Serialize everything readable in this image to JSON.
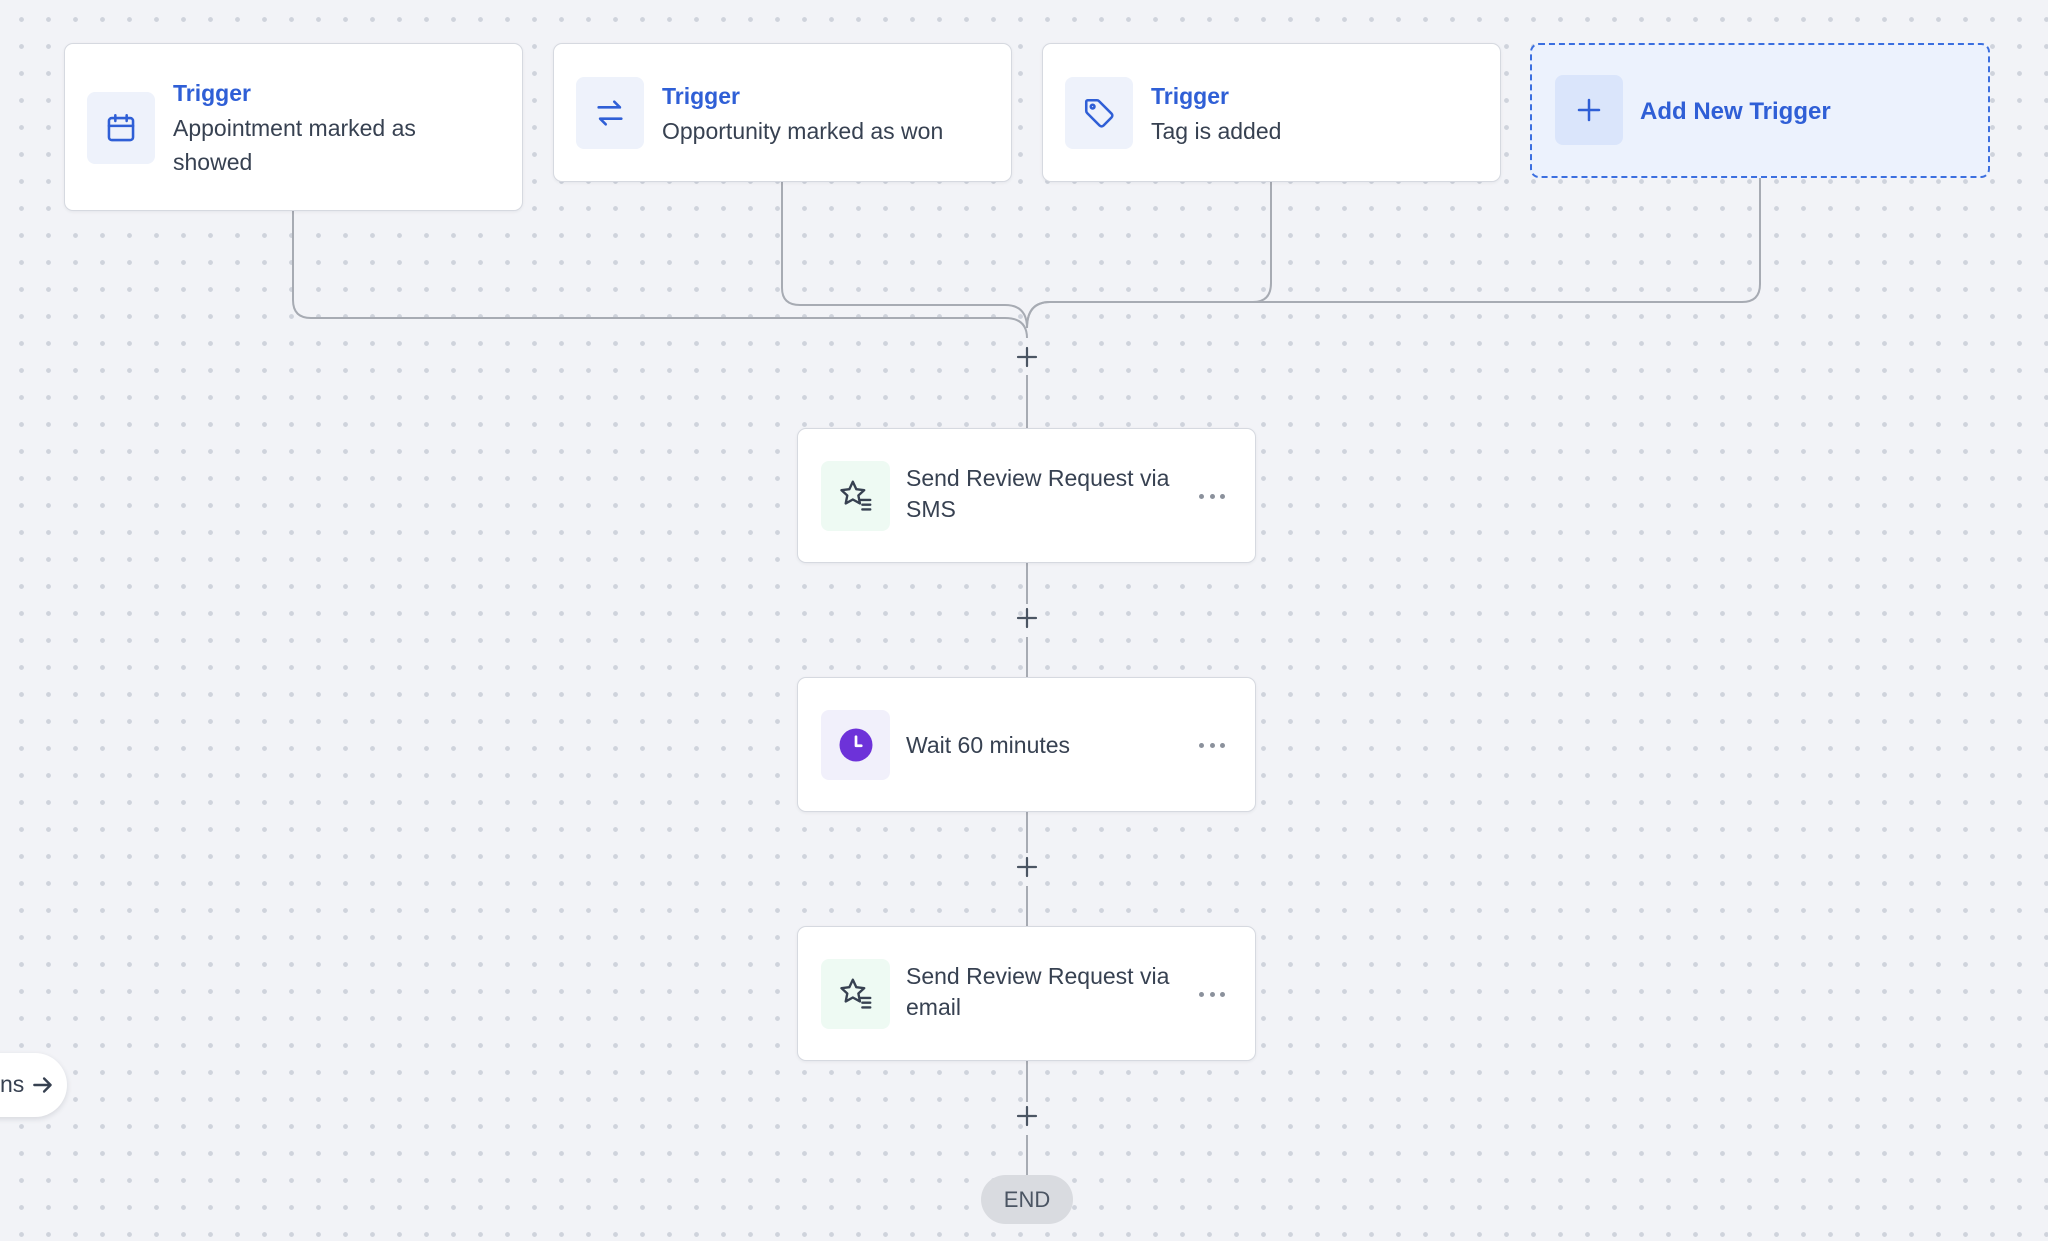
{
  "triggers": [
    {
      "title": "Trigger",
      "description": "Appointment marked as showed",
      "icon": "calendar-icon"
    },
    {
      "title": "Trigger",
      "description": "Opportunity marked as won",
      "icon": "swap-arrows-icon"
    },
    {
      "title": "Trigger",
      "description": "Tag is added",
      "icon": "tag-icon"
    }
  ],
  "add_trigger": {
    "label": "Add New Trigger",
    "icon": "plus-icon"
  },
  "actions": [
    {
      "label_line1": "Send Review Request via",
      "label_line2": "SMS",
      "icon": "star-list-icon"
    },
    {
      "label_line1": "Wait 60 minutes",
      "icon": "clock-icon"
    },
    {
      "label_line1": "Send Review Request via",
      "label_line2": "email",
      "icon": "star-list-icon"
    }
  ],
  "end_label": "END",
  "side_pill": {
    "label": "ns",
    "icon": "arrow-right-icon"
  },
  "colors": {
    "accent": "#2f5fd6",
    "canvas": "#f2f3f7",
    "wait_icon": "#6d32d9",
    "connector": "#a7abb3"
  }
}
